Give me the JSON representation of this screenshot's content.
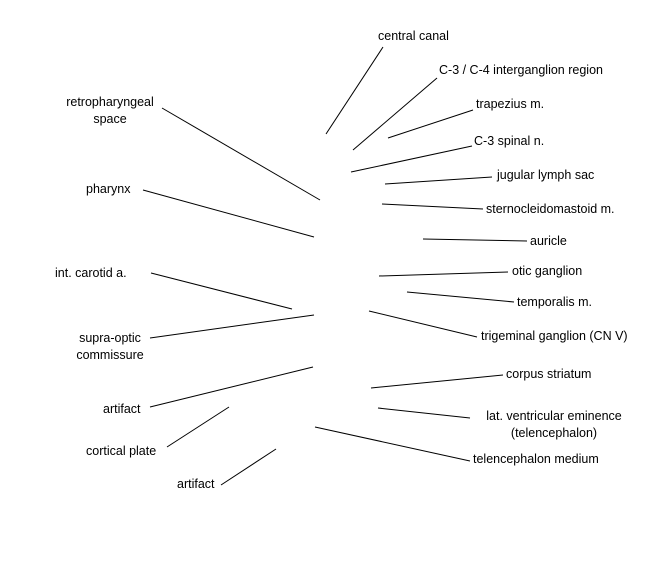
{
  "labels": {
    "central_canal": "central canal",
    "c3_c4_interganglion": "C-3 / C-4 interganglion region",
    "trapezius": "trapezius m.",
    "c3_spinal_nerve": "C-3 spinal n.",
    "jugular_lymph_sac": "jugular lymph sac",
    "sternocleidomastoid": "sternocleidomastoid m.",
    "auricle": "auricle",
    "otic_ganglion": "otic ganglion",
    "temporalis": "temporalis m.",
    "trigeminal_ganglion": "trigeminal ganglion (CN V)",
    "corpus_striatum": "corpus striatum",
    "lat_ventricular_eminence_1": "lat. ventricular eminence",
    "lat_ventricular_eminence_2": "(telencephalon)",
    "telencephalon_medium": "telencephalon medium",
    "retropharyngeal_1": "retropharyngeal",
    "retropharyngeal_2": "space",
    "pharynx": "pharynx",
    "int_carotid": "int. carotid a.",
    "supra_optic_1": "supra-optic",
    "supra_optic_2": "commissure",
    "artifact_1": "artifact",
    "cortical_plate": "cortical plate",
    "artifact_2": "artifact"
  }
}
